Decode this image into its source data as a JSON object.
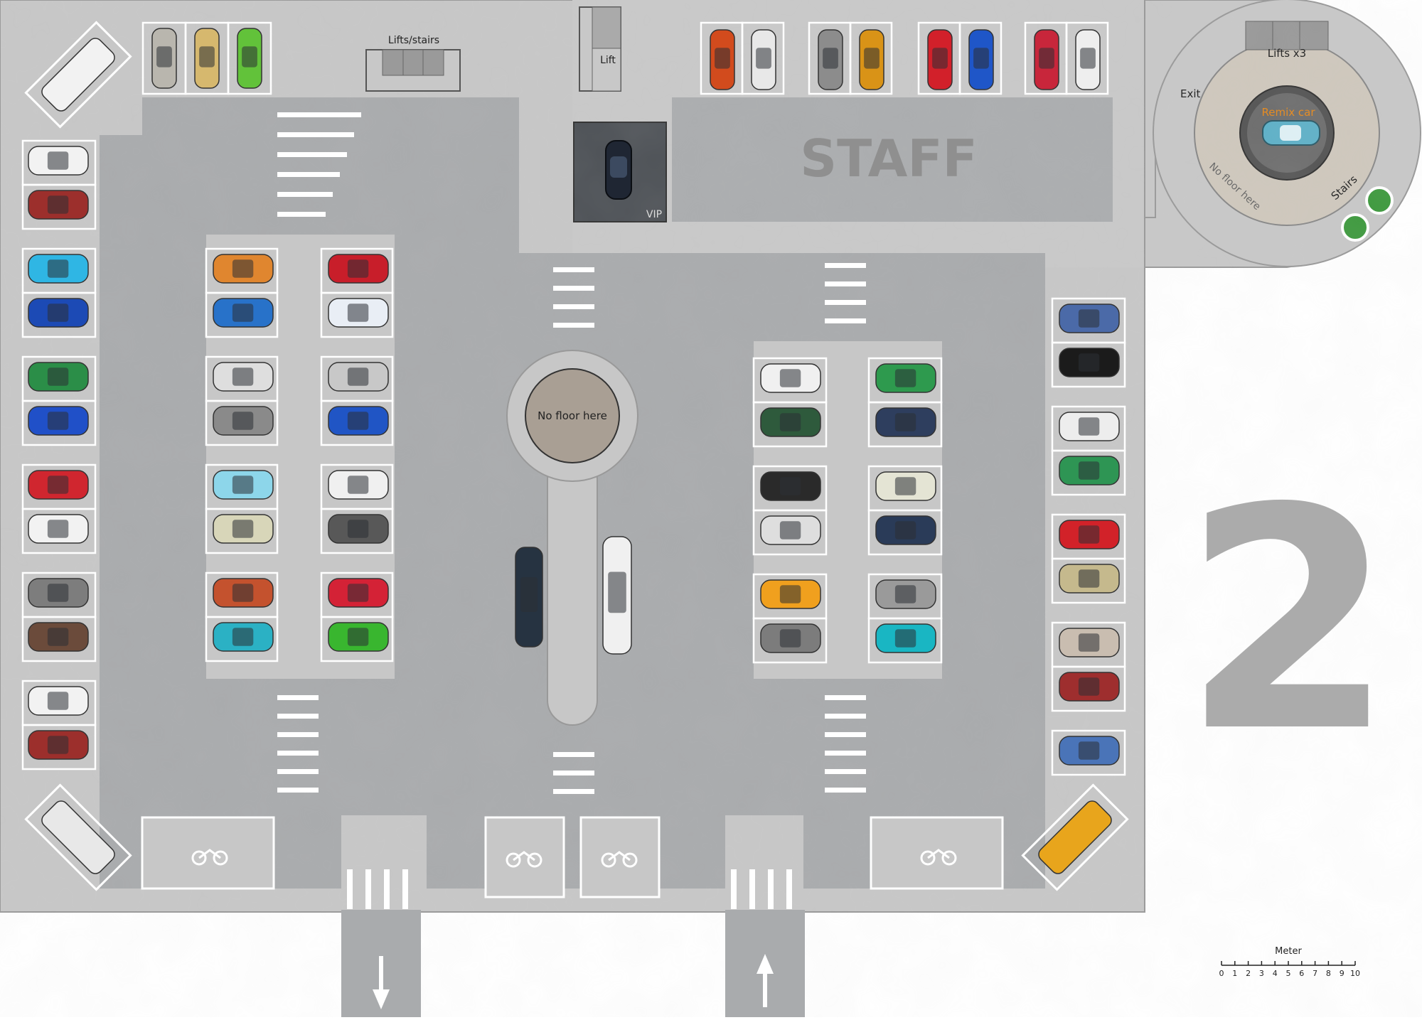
{
  "labels": {
    "lifts_stairs": "Lifts/stairs",
    "lift": "Lift",
    "staff": "STAFF",
    "vip": "VIP",
    "lifts_x3": "Lifts x3",
    "exit": "Exit",
    "remix_car": "Remix car",
    "no_floor_tower": "No floor here",
    "stairs": "Stairs",
    "no_floor_center": "No floor here",
    "floor_number": "2",
    "scale_title": "Meter",
    "scale_ticks": [
      "0",
      "1",
      "2",
      "3",
      "4",
      "5",
      "6",
      "7",
      "8",
      "9",
      "10"
    ]
  },
  "colors": {
    "asphalt": "#a9abad",
    "concrete": "#c7c7c7",
    "line": "#ffffff",
    "staff_text": "#8f8f8f",
    "floor_number": "#ababab",
    "remix_text": "#e58a1f"
  },
  "cars": {
    "top_left": [
      "#b9b6ae",
      "#d6b86e",
      "#62c23a"
    ],
    "top_staff_left": [
      "#d24b1d",
      "#e8e8e8"
    ],
    "top_staff_mid": [
      "#8c8c8c",
      "#d99317"
    ],
    "top_staff_right": [
      "#d2202a",
      "#1f56c8"
    ],
    "top_staff_far": [
      "#c8263b",
      "#eeeeee"
    ],
    "left_column": [
      "#f2f2f2",
      "#9c2f2c",
      "#2fb6e4",
      "#1c4ab5",
      "#2b8e48",
      "#2050c8",
      "#d0262f",
      "#f2f2f2",
      "#7d7d7d",
      "#6b4b3b",
      "#f2f2f2",
      "#9c2f2c"
    ],
    "center_left_col_a": [
      "#e0862f",
      "#2872c9",
      "#dedede",
      "#8a8a8a",
      "#8dd6ea",
      "#d8d6b9",
      "#c4522e",
      "#2bb1c4"
    ],
    "center_left_col_b": [
      "#c81e2a",
      "#e9eef5",
      "#c8c8c8",
      "#2055c5",
      "#f0f0f0",
      "#585858",
      "#d42236",
      "#39b62f"
    ],
    "center_right_col_a": [
      "#f0f0f0",
      "#2e5a3c",
      "#2a2a2a",
      "#dedede",
      "#f0a01e",
      "#7c7c7c"
    ],
    "center_right_col_b": [
      "#2e9a4e",
      "#2e3e5e",
      "#e4e4d4",
      "#2a3b58",
      "#9a9a9a",
      "#19b6c3"
    ],
    "right_column": [
      "#4b6aa8",
      "#1b1b1b",
      "#ededed",
      "#2e9554",
      "#d22229",
      "#c5b98d",
      "#c9bdb0",
      "#9e2e2e",
      "#4a74b8"
    ]
  }
}
